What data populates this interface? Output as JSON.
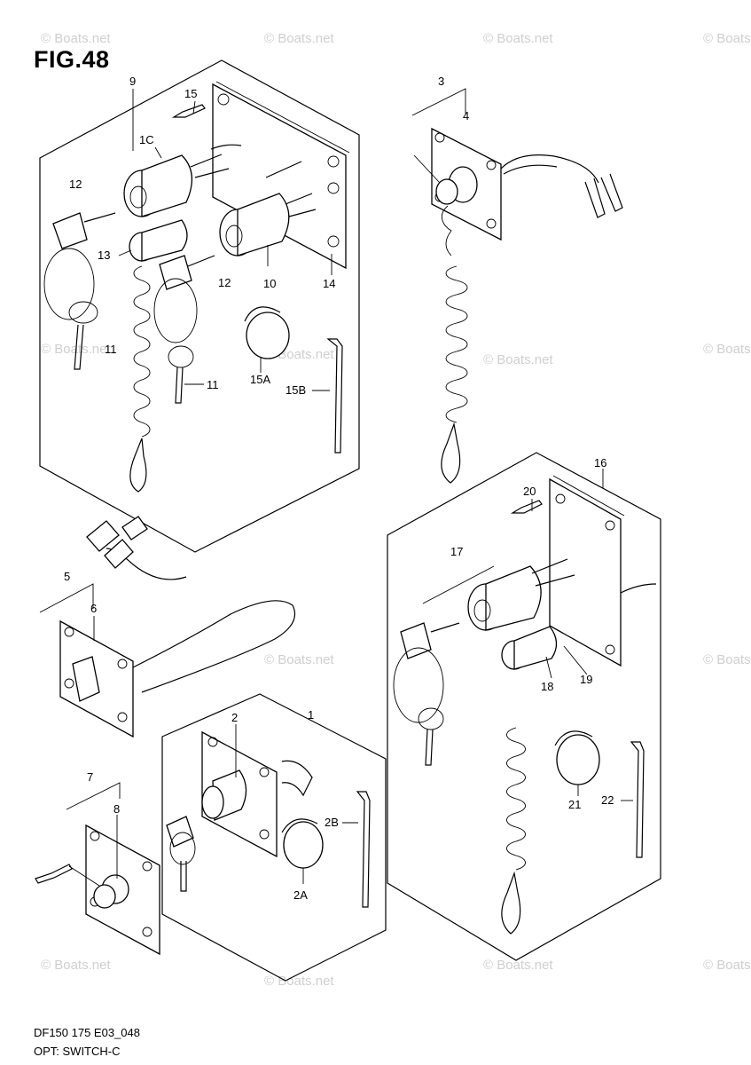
{
  "figure": {
    "title": "FIG.48"
  },
  "footer": {
    "code": "DF150 175 E03_048",
    "title": "OPT: SWITCH-C"
  },
  "watermark": "© Boats.net",
  "labels": {
    "p1": "1",
    "p2": "2",
    "p2a": "2A",
    "p2b": "2B",
    "p3": "3",
    "p4": "4",
    "p5": "5",
    "p6": "6",
    "p7": "7",
    "p8": "8",
    "p9": "9",
    "p10a": "1C",
    "p10b": "10",
    "p11a": "11",
    "p11b": "11",
    "p12a": "12",
    "p12b": "12",
    "p13": "13",
    "p14": "14",
    "p15": "15",
    "p15a": "15A",
    "p15b": "15B",
    "p16": "16",
    "p17": "17",
    "p18": "18",
    "p19": "19",
    "p20": "20",
    "p21": "21",
    "p22": "22"
  },
  "colors": {
    "line": "#000000",
    "watermark": "#cfcfcf",
    "background": "#ffffff"
  }
}
